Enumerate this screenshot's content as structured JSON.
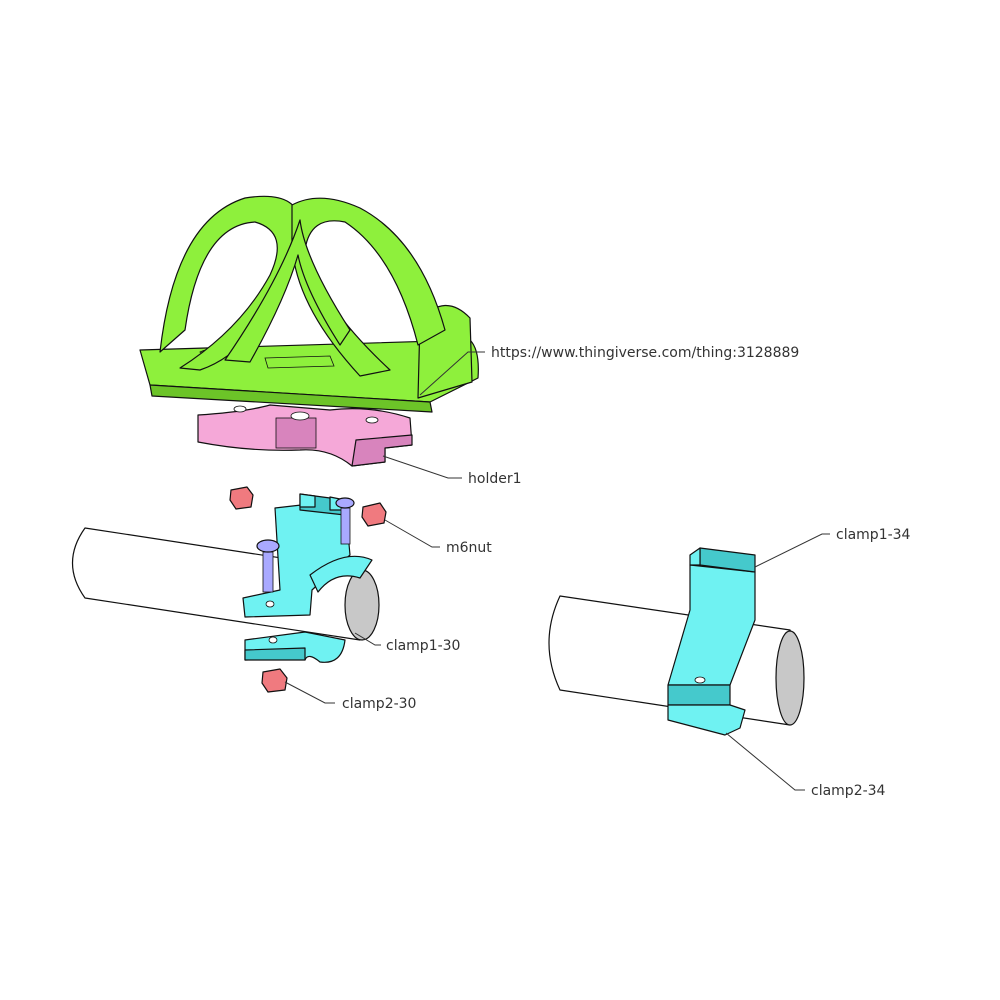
{
  "colors": {
    "holder": "#8ef03c",
    "holder_shade": "#6cc428",
    "adapter": "#f5a8d8",
    "adapter_shade": "#d884bd",
    "clamp": "#6ff2f2",
    "clamp_shade": "#45c9cc",
    "nut": "#f07a7f",
    "nut_shade": "#c85459",
    "screw": "#a9a9ff",
    "screw_shade": "#7d7dd9",
    "tube": "#ffffff",
    "tube_end": "#c8c8c8"
  },
  "labels": {
    "source_url": "https://www.thingiverse.com/thing:3128889",
    "holder1": "holder1",
    "m6nut": "m6nut",
    "clamp1_30": "clamp1-30",
    "clamp2_30": "clamp2-30",
    "clamp1_34": "clamp1-34",
    "clamp2_34": "clamp2-34"
  }
}
